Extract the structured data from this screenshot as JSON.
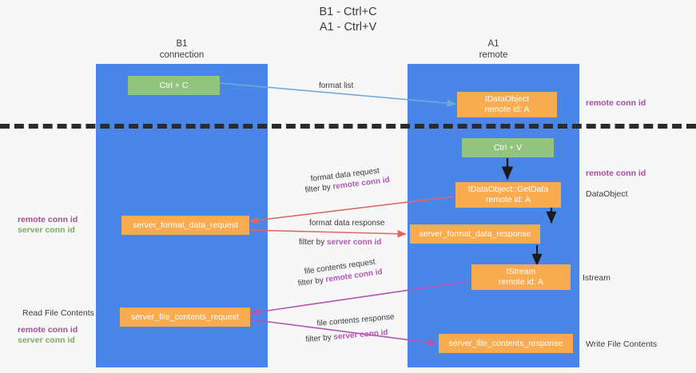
{
  "title": "B1 - Ctrl+C\nA1 - Ctrl+V",
  "columns": [
    {
      "name": "left-lane",
      "header": "B1\nconnection"
    },
    {
      "name": "right-lane",
      "header": "A1\nremote"
    }
  ],
  "nodes": {
    "ctrl_c": {
      "line1": "Ctrl + C",
      "line2": ""
    },
    "idataobject": {
      "line1": "IDataObject",
      "line2": "remote id: A"
    },
    "ctrl_v": {
      "line1": "Ctrl + V",
      "line2": ""
    },
    "getdata": {
      "line1": "IDataObject::GetData",
      "line2": "remote id: A"
    },
    "server_format_data_request": {
      "line1": "server_format_data_request",
      "line2": ""
    },
    "server_format_data_response": {
      "line1": "server_format_data_response",
      "line2": ""
    },
    "istream": {
      "line1": "IStream",
      "line2": "remote id: A"
    },
    "server_file_contents_request": {
      "line1": "server_file_contents_request",
      "line2": ""
    },
    "server_file_contents_response": {
      "line1": "server_file_contents_response",
      "line2": ""
    }
  },
  "arrow_labels": {
    "format_list": "format list",
    "format_data_request": "format data request",
    "format_data_request_filter_prefix": "filter by ",
    "format_data_request_filter_key": "remote conn id",
    "format_data_response": "format data response",
    "format_data_response_filter_prefix": "filter by ",
    "format_data_response_filter_key": "server conn id",
    "file_contents_request": "file contents request",
    "file_contents_request_filter_prefix": "filter by ",
    "file_contents_request_filter_key": "remote conn id",
    "file_contents_response": "file contents response",
    "file_contents_response_filter_prefix": "filter by ",
    "file_contents_response_filter_key": "server conn id"
  },
  "side_labels": {
    "right_remote_conn_id_top": "remote conn id",
    "right_remote_conn_id_mid": "remote conn id",
    "right_dataobject": "DataObject",
    "right_istream": "Istream",
    "right_write_file_contents": "Write File Contents",
    "left_remote_conn_id": "remote conn id",
    "left_server_conn_id": "server conn id",
    "left_read_file_contents": "Read File Contents",
    "left_remote_conn_id_2": "remote conn id",
    "left_server_conn_id_2": "server conn id"
  },
  "colors": {
    "lane": "#4a86e8",
    "green_node": "#93c47d",
    "orange_node": "#f9ab50",
    "purple_text": "#a64d9a",
    "green_text": "#7aae63",
    "arrow_blue": "#6fa8dc",
    "arrow_red": "#e06666",
    "arrow_magenta": "#b455b4",
    "arrow_black": "#1a1a1a",
    "divider": "#2b2b2b",
    "background": "#f7f7f7"
  }
}
